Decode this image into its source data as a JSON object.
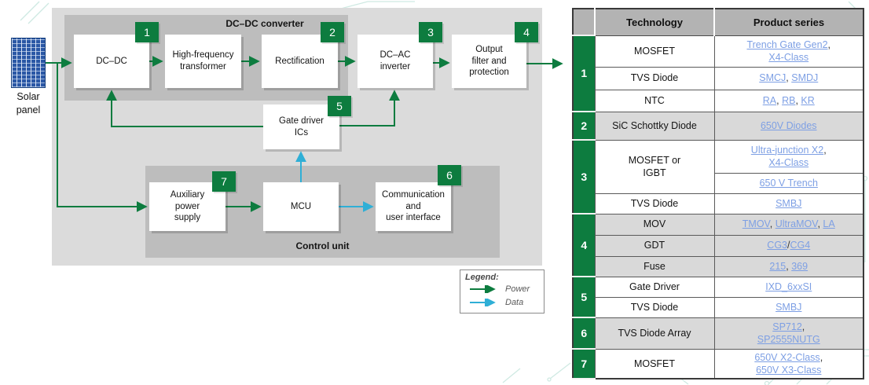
{
  "colors": {
    "accent_green": "#0d7c3f",
    "data_blue": "#2fafd6",
    "link_blue": "#7d9fe4",
    "shaded_row": "#d9d9d9",
    "container_gray": "#dbdbdb",
    "group_box_gray": "#bdbdbd"
  },
  "diagram": {
    "solar_panel_label": "Solar\npanel",
    "dcdc_converter_label": "DC–DC converter",
    "control_unit_label": "Control unit",
    "badges": [
      "1",
      "2",
      "3",
      "4",
      "5",
      "6",
      "7"
    ],
    "blocks": [
      {
        "label": "DC–DC"
      },
      {
        "label": "High-frequency\ntransformer"
      },
      {
        "label": "Rectification"
      },
      {
        "label": "DC–AC\ninverter"
      },
      {
        "label": "Output\nfilter and\nprotection"
      },
      {
        "label": "Gate driver\nICs"
      },
      {
        "label": "Auxiliary\npower\nsupply"
      },
      {
        "label": "MCU"
      },
      {
        "label": "Communication\nand\nuser interface"
      }
    ],
    "legend": {
      "title": "Legend:",
      "items": [
        {
          "label": "Power",
          "color": "#0d7c3f"
        },
        {
          "label": "Data",
          "color": "#2fafd6"
        }
      ]
    }
  },
  "table": {
    "headers": [
      "Technology",
      "Product series"
    ],
    "groups": [
      {
        "number": "1",
        "shaded": false,
        "rows": [
          {
            "tech": "MOSFET",
            "products": [
              "Trench Gate Gen2",
              "X4-Class"
            ],
            "break": true
          },
          {
            "tech": "TVS Diode",
            "products": [
              "SMCJ",
              "SMDJ"
            ]
          },
          {
            "tech": "NTC",
            "products": [
              "RA",
              "RB",
              "KR"
            ]
          }
        ]
      },
      {
        "number": "2",
        "shaded": true,
        "rows": [
          {
            "tech": "SiC Schottky Diode",
            "products": [
              "650V Diodes"
            ]
          }
        ]
      },
      {
        "number": "3",
        "shaded": false,
        "rows": [
          {
            "tech": "MOSFET or\nIGBT",
            "tech_rowspan": 2,
            "products": [
              "Ultra-junction X2",
              "X4-Class"
            ],
            "break": true
          },
          {
            "tech": null,
            "products": [
              "650 V Trench"
            ]
          },
          {
            "tech": "TVS Diode",
            "products": [
              "SMBJ"
            ]
          }
        ]
      },
      {
        "number": "4",
        "shaded": true,
        "rows": [
          {
            "tech": "MOV",
            "products": [
              "TMOV",
              "UltraMOV",
              "LA"
            ]
          },
          {
            "tech": "GDT",
            "products": [
              "CG3",
              "CG4"
            ],
            "sep": "/"
          },
          {
            "tech": "Fuse",
            "products": [
              "215",
              "369"
            ]
          }
        ]
      },
      {
        "number": "5",
        "shaded": false,
        "rows": [
          {
            "tech": "Gate Driver",
            "products": [
              "IXD_6xxSI"
            ]
          },
          {
            "tech": "TVS Diode",
            "products": [
              "SMBJ"
            ]
          }
        ]
      },
      {
        "number": "6",
        "shaded": true,
        "rows": [
          {
            "tech": "TVS Diode Array",
            "products": [
              "SP712",
              "SP2555NUTG"
            ],
            "break": true
          }
        ]
      },
      {
        "number": "7",
        "shaded": false,
        "rows": [
          {
            "tech": "MOSFET",
            "products": [
              "650V X2-Class",
              "650V X3-Class"
            ],
            "break": true
          }
        ]
      }
    ]
  }
}
